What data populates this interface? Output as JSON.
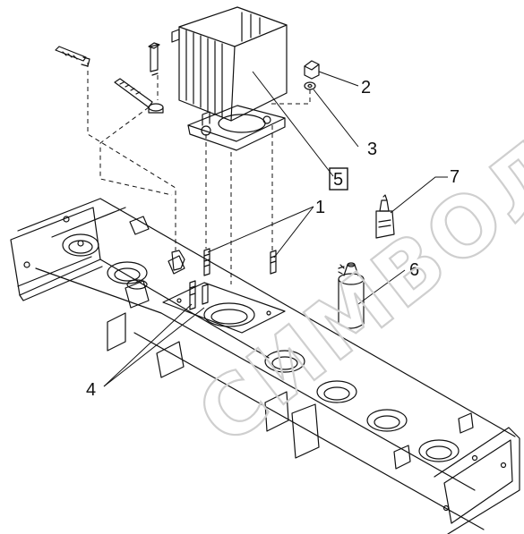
{
  "diagram": {
    "callouts": [
      {
        "id": "1",
        "label": "1"
      },
      {
        "id": "2",
        "label": "2"
      },
      {
        "id": "3",
        "label": "3"
      },
      {
        "id": "4",
        "label": "4"
      },
      {
        "id": "5",
        "label": "5",
        "boxed": true
      },
      {
        "id": "6",
        "label": "6"
      },
      {
        "id": "7",
        "label": "7"
      }
    ],
    "watermark": "СИМВОЛ",
    "colors": {
      "line": "#111111",
      "watermark": "#cfcfcf",
      "background": "#ffffff"
    }
  }
}
